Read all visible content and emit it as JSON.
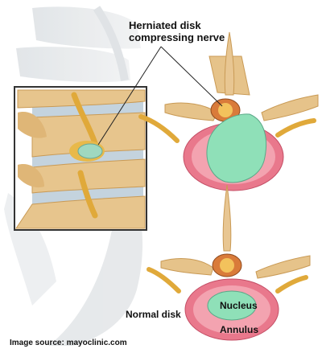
{
  "labels": {
    "herniated_line1": "Herniated disk",
    "herniated_line2": "compressing nerve",
    "normal_disk": "Normal disk",
    "nucleus": "Nucleus",
    "annulus": "Annulus",
    "image_source": "Image source: mayoclinic.com"
  },
  "colors": {
    "bone": "#e6c38a",
    "bone_shadow": "#c99a55",
    "disk_blue": "#b7c9d6",
    "nerve": "#e6b53c",
    "nucleus": "#8fe0b8",
    "annulus": "#e9788c",
    "inflamed": "#f2a07e"
  }
}
